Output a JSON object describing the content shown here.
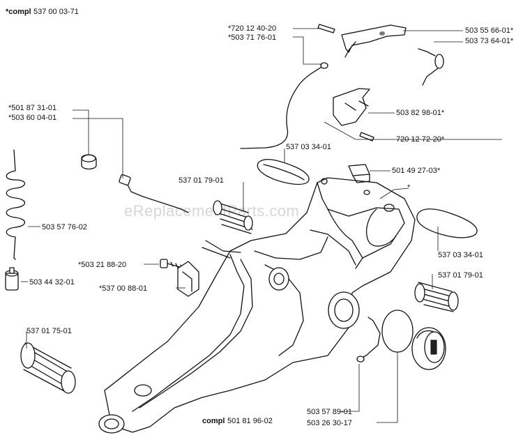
{
  "title": {
    "prefix": "*compl",
    "number": "537 00 03-71"
  },
  "watermark": "eReplacementParts.com",
  "labels": {
    "p720_12_40_20": "*720 12 40-20",
    "p503_71_76_01": "*503 71 76-01",
    "p503_55_66_01": "503 55 66-01*",
    "p503_73_64_01": "503 73 64-01*",
    "p501_87_31_01": "*501 87 31-01",
    "p503_60_04_01": "*503 60 04-01",
    "p503_82_98_01": "503 82 98-01*",
    "p720_12_72_20": "720 12 72-20*",
    "p537_03_34_01_top": "537 03 34-01",
    "p501_49_27_03": "501 49 27-03*",
    "p537_01_79_01_top": "537 01 79-01",
    "asterisk_marker": "*",
    "p503_57_76_02": "503 57 76-02",
    "p537_03_34_01_right": "537 03 34-01",
    "p503_21_88_20": "*503 21 88-20",
    "p537_01_79_01_right": "537 01 79-01",
    "p503_44_32_01": "503 44 32-01",
    "p537_00_88_01": "*537 00 88-01",
    "p537_01_75_01": "537 01 75-01",
    "p503_57_89_01": "503 57 89-01",
    "p503_26_30_17": "503 26 30-17",
    "compl_bottom_prefix": "compl",
    "p501_81_96_02": "501 81 96-02"
  }
}
